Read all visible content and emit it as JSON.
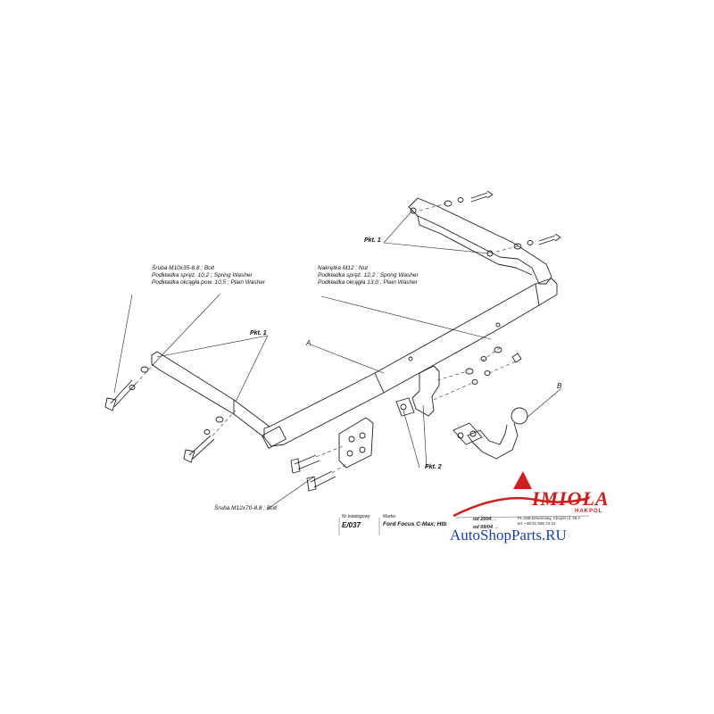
{
  "labels": {
    "bolt_left": [
      "Śruba M10x35-8.8   ;  Bolt",
      "Podkładka spręż. 10,2  ; Spring Washer",
      "Podkładka okrągła pow. 10,5 ; Plain Washer"
    ],
    "nut_right": [
      "Nakrętka  M12 ; Nut",
      "Podkładka spręż. 12,2 ; Spring Washer",
      "Podkładka okrągła 13,0  ; Plain Washer"
    ],
    "bolt_bottom": "Śruba M12x70-8.8   ;  Bolt",
    "pkt1_top": "Pkt. 1",
    "pkt1_left": "Pkt. 1",
    "pkt2": "Pkt. 2",
    "part_a": "A",
    "part_b": "B"
  },
  "title_block": {
    "nr_katalogowy_label": "Nr katalogowy",
    "nr_katalogowy": "E/037",
    "marka_label": "Marka",
    "marka": "Ford Focus C-Max; Htb",
    "date_line_1": "od 2004 →",
    "date_line_2": "od 09/04 →",
    "address": [
      "PL-338 Dzwonowy, Chopin ul. 29 A",
      "tel. +48 61 835 73 31"
    ],
    "logo": "IMIOŁA",
    "logo_sub": "HAKPOL"
  },
  "watermark": "AutoShopParts.RU",
  "colors": {
    "logo": "#cc1f1f",
    "watermark": "#1a3fa8",
    "lines": "#222222"
  }
}
